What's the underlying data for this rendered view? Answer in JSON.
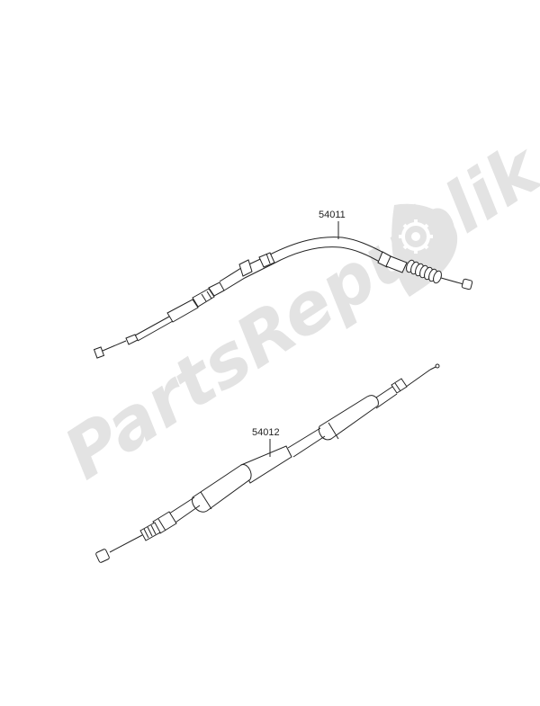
{
  "watermark": {
    "text": "PartsRepublik",
    "color": "#e3e3e3",
    "icon": "gear-icon"
  },
  "parts": [
    {
      "number": "54011"
    },
    {
      "number": "54012"
    }
  ],
  "colors": {
    "line": "#222222",
    "background": "#ffffff"
  }
}
